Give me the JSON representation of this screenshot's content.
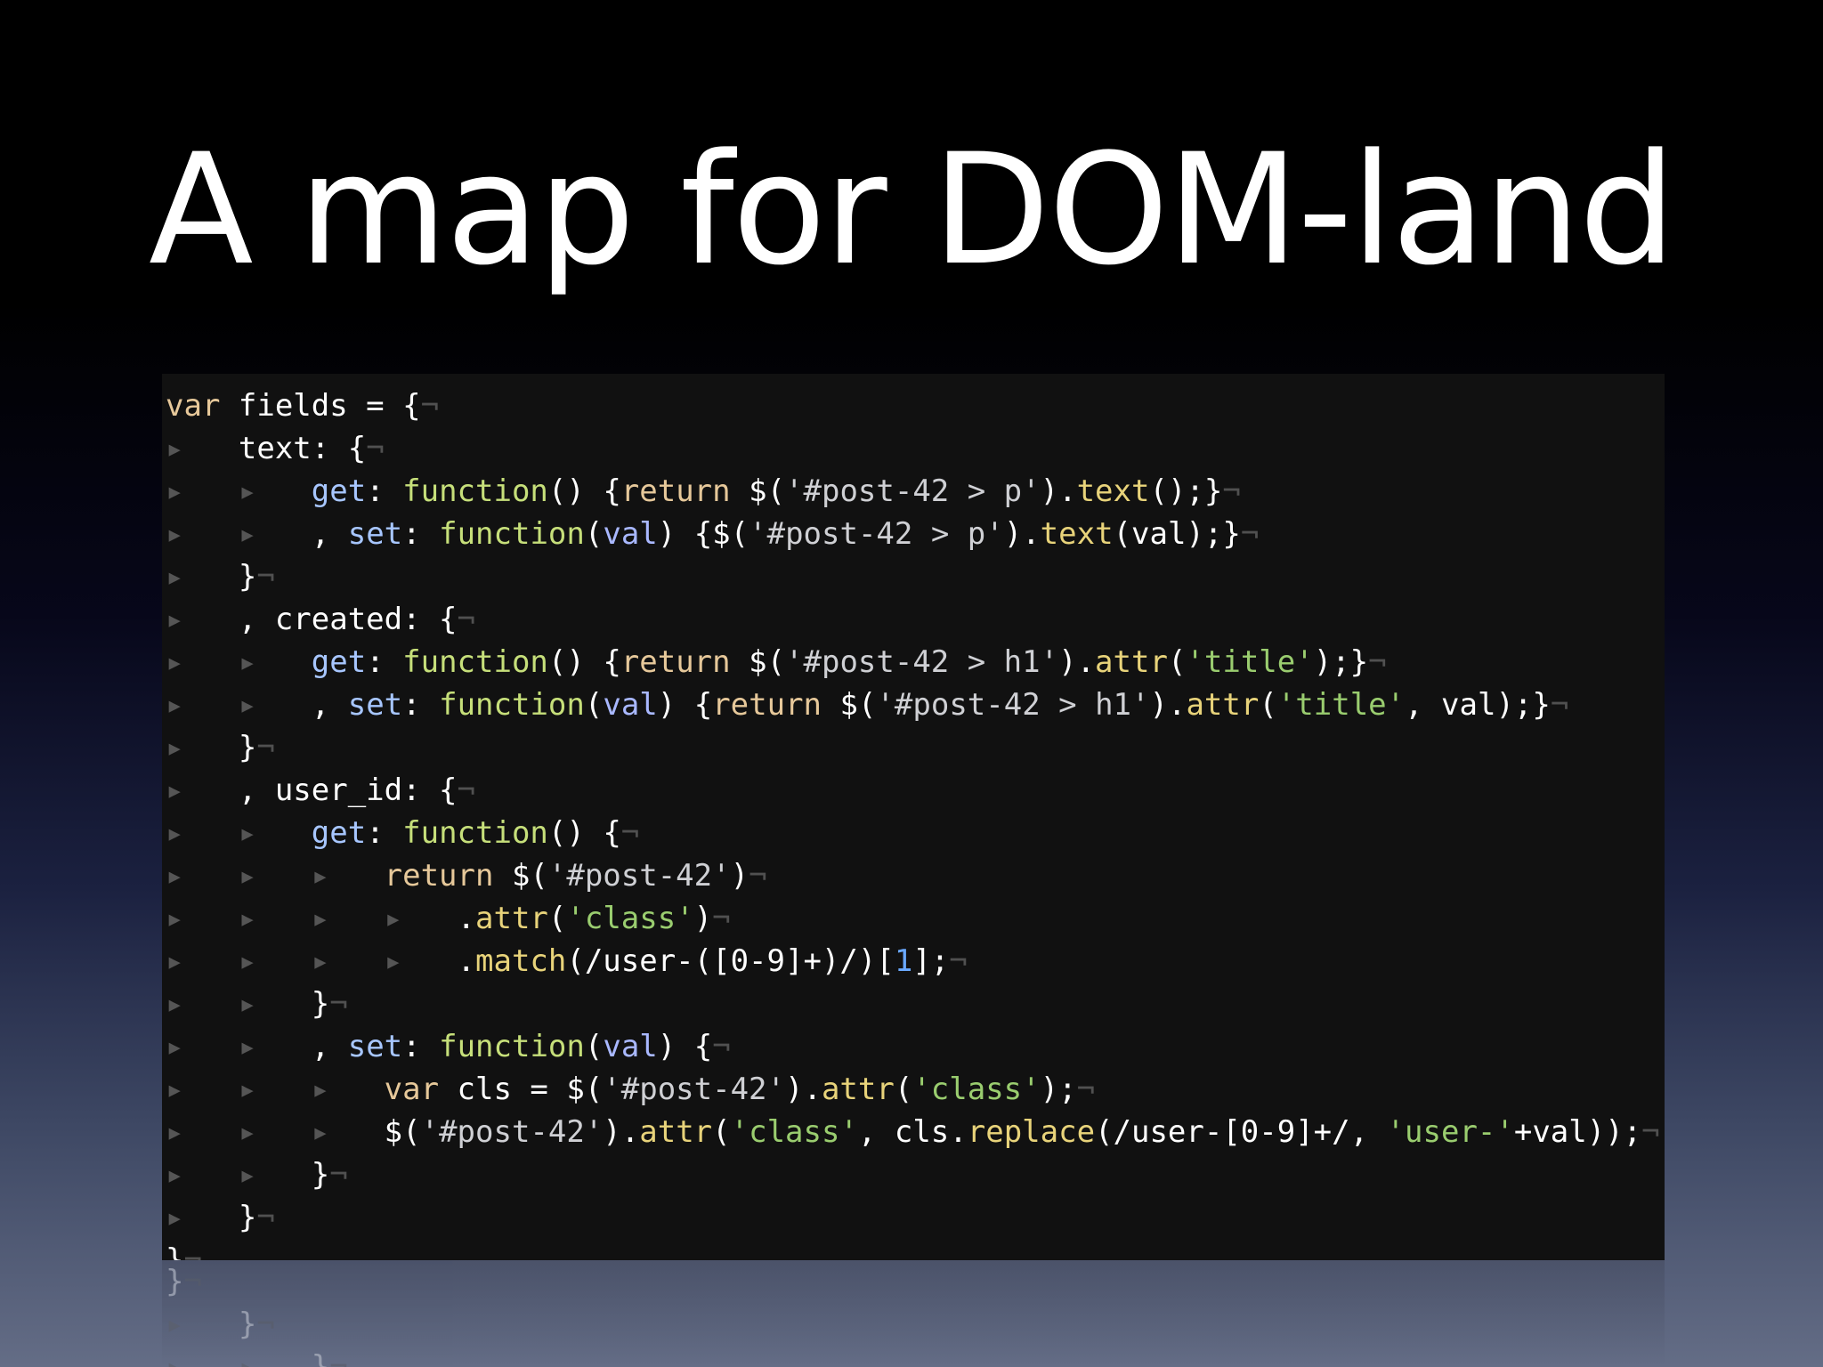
{
  "slide": {
    "title": "A map for DOM-land"
  },
  "colors": {
    "background_top": "#000000",
    "background_bottom": "#646d86",
    "panel": "#111111",
    "keyword": "#e6c89a",
    "function": "#c6df7a",
    "property": "#a7c6ff",
    "string": "#9acd6f",
    "selector": "#cfd0d4",
    "number": "#6aa9ff",
    "regex": "#e8d37a",
    "variable": "#a9b8ff",
    "whitespace_marker": "#555555"
  },
  "code": {
    "lines": [
      [
        {
          "t": "var",
          "c": "k"
        },
        {
          "t": " fields = {",
          "c": "c"
        },
        {
          "t": "¬",
          "c": "nl"
        }
      ],
      [
        {
          "t": "▸   ",
          "c": "ws"
        },
        {
          "t": "text",
          "c": "c"
        },
        {
          "t": ": {",
          "c": "c"
        },
        {
          "t": "¬",
          "c": "nl"
        }
      ],
      [
        {
          "t": "▸   ▸   ",
          "c": "ws"
        },
        {
          "t": "get",
          "c": "p"
        },
        {
          "t": ": ",
          "c": "c"
        },
        {
          "t": "function",
          "c": "f"
        },
        {
          "t": "() {",
          "c": "c"
        },
        {
          "t": "return",
          "c": "k"
        },
        {
          "t": " $(",
          "c": "c"
        },
        {
          "t": "'#post-42 > p'",
          "c": "sel"
        },
        {
          "t": ").",
          "c": "c"
        },
        {
          "t": "text",
          "c": "r"
        },
        {
          "t": "();}",
          "c": "c"
        },
        {
          "t": "¬",
          "c": "nl"
        }
      ],
      [
        {
          "t": "▸   ▸   ",
          "c": "ws"
        },
        {
          "t": ", ",
          "c": "c"
        },
        {
          "t": "set",
          "c": "p"
        },
        {
          "t": ": ",
          "c": "c"
        },
        {
          "t": "function",
          "c": "f"
        },
        {
          "t": "(",
          "c": "c"
        },
        {
          "t": "val",
          "c": "v"
        },
        {
          "t": ") {$(",
          "c": "c"
        },
        {
          "t": "'#post-42 > p'",
          "c": "sel"
        },
        {
          "t": ").",
          "c": "c"
        },
        {
          "t": "text",
          "c": "r"
        },
        {
          "t": "(val);}",
          "c": "c"
        },
        {
          "t": "¬",
          "c": "nl"
        }
      ],
      [
        {
          "t": "▸   ",
          "c": "ws"
        },
        {
          "t": "}",
          "c": "c"
        },
        {
          "t": "¬",
          "c": "nl"
        }
      ],
      [
        {
          "t": "▸   ",
          "c": "ws"
        },
        {
          "t": ", created: {",
          "c": "c"
        },
        {
          "t": "¬",
          "c": "nl"
        }
      ],
      [
        {
          "t": "▸   ▸   ",
          "c": "ws"
        },
        {
          "t": "get",
          "c": "p"
        },
        {
          "t": ": ",
          "c": "c"
        },
        {
          "t": "function",
          "c": "f"
        },
        {
          "t": "() {",
          "c": "c"
        },
        {
          "t": "return",
          "c": "k"
        },
        {
          "t": " $(",
          "c": "c"
        },
        {
          "t": "'#post-42 > h1'",
          "c": "sel"
        },
        {
          "t": ").",
          "c": "c"
        },
        {
          "t": "attr",
          "c": "r"
        },
        {
          "t": "(",
          "c": "c"
        },
        {
          "t": "'title'",
          "c": "s"
        },
        {
          "t": ");}",
          "c": "c"
        },
        {
          "t": "¬",
          "c": "nl"
        }
      ],
      [
        {
          "t": "▸   ▸   ",
          "c": "ws"
        },
        {
          "t": ", ",
          "c": "c"
        },
        {
          "t": "set",
          "c": "p"
        },
        {
          "t": ": ",
          "c": "c"
        },
        {
          "t": "function",
          "c": "f"
        },
        {
          "t": "(",
          "c": "c"
        },
        {
          "t": "val",
          "c": "v"
        },
        {
          "t": ") {",
          "c": "c"
        },
        {
          "t": "return",
          "c": "k"
        },
        {
          "t": " $(",
          "c": "c"
        },
        {
          "t": "'#post-42 > h1'",
          "c": "sel"
        },
        {
          "t": ").",
          "c": "c"
        },
        {
          "t": "attr",
          "c": "r"
        },
        {
          "t": "(",
          "c": "c"
        },
        {
          "t": "'title'",
          "c": "s"
        },
        {
          "t": ", val);}",
          "c": "c"
        },
        {
          "t": "¬",
          "c": "nl"
        }
      ],
      [
        {
          "t": "▸   ",
          "c": "ws"
        },
        {
          "t": "}",
          "c": "c"
        },
        {
          "t": "¬",
          "c": "nl"
        }
      ],
      [
        {
          "t": "▸   ",
          "c": "ws"
        },
        {
          "t": ", user_id: {",
          "c": "c"
        },
        {
          "t": "¬",
          "c": "nl"
        }
      ],
      [
        {
          "t": "▸   ▸   ",
          "c": "ws"
        },
        {
          "t": "get",
          "c": "p"
        },
        {
          "t": ": ",
          "c": "c"
        },
        {
          "t": "function",
          "c": "f"
        },
        {
          "t": "() {",
          "c": "c"
        },
        {
          "t": "¬",
          "c": "nl"
        }
      ],
      [
        {
          "t": "▸   ▸   ▸   ",
          "c": "ws"
        },
        {
          "t": "return",
          "c": "k"
        },
        {
          "t": " $(",
          "c": "c"
        },
        {
          "t": "'#post-42'",
          "c": "sel"
        },
        {
          "t": ")",
          "c": "c"
        },
        {
          "t": "¬",
          "c": "nl"
        }
      ],
      [
        {
          "t": "▸   ▸   ▸   ▸   ",
          "c": "ws"
        },
        {
          "t": ".",
          "c": "c"
        },
        {
          "t": "attr",
          "c": "r"
        },
        {
          "t": "(",
          "c": "c"
        },
        {
          "t": "'class'",
          "c": "s"
        },
        {
          "t": ")",
          "c": "c"
        },
        {
          "t": "¬",
          "c": "nl"
        }
      ],
      [
        {
          "t": "▸   ▸   ▸   ▸   ",
          "c": "ws"
        },
        {
          "t": ".",
          "c": "c"
        },
        {
          "t": "match",
          "c": "r"
        },
        {
          "t": "(/user-([0-9]+)/)[",
          "c": "c"
        },
        {
          "t": "1",
          "c": "n"
        },
        {
          "t": "];",
          "c": "c"
        },
        {
          "t": "¬",
          "c": "nl"
        }
      ],
      [
        {
          "t": "▸   ▸   ",
          "c": "ws"
        },
        {
          "t": "}",
          "c": "c"
        },
        {
          "t": "¬",
          "c": "nl"
        }
      ],
      [
        {
          "t": "▸   ▸   ",
          "c": "ws"
        },
        {
          "t": ", ",
          "c": "c"
        },
        {
          "t": "set",
          "c": "p"
        },
        {
          "t": ": ",
          "c": "c"
        },
        {
          "t": "function",
          "c": "f"
        },
        {
          "t": "(",
          "c": "c"
        },
        {
          "t": "val",
          "c": "v"
        },
        {
          "t": ") {",
          "c": "c"
        },
        {
          "t": "¬",
          "c": "nl"
        }
      ],
      [
        {
          "t": "▸   ▸   ▸   ",
          "c": "ws"
        },
        {
          "t": "var",
          "c": "k"
        },
        {
          "t": " cls = $(",
          "c": "c"
        },
        {
          "t": "'#post-42'",
          "c": "sel"
        },
        {
          "t": ").",
          "c": "c"
        },
        {
          "t": "attr",
          "c": "r"
        },
        {
          "t": "(",
          "c": "c"
        },
        {
          "t": "'class'",
          "c": "s"
        },
        {
          "t": ");",
          "c": "c"
        },
        {
          "t": "¬",
          "c": "nl"
        }
      ],
      [
        {
          "t": "▸   ▸   ▸   ",
          "c": "ws"
        },
        {
          "t": "$(",
          "c": "c"
        },
        {
          "t": "'#post-42'",
          "c": "sel"
        },
        {
          "t": ").",
          "c": "c"
        },
        {
          "t": "attr",
          "c": "r"
        },
        {
          "t": "(",
          "c": "c"
        },
        {
          "t": "'class'",
          "c": "s"
        },
        {
          "t": ", cls.",
          "c": "c"
        },
        {
          "t": "replace",
          "c": "r"
        },
        {
          "t": "(/user-[0-9]+/, ",
          "c": "c"
        },
        {
          "t": "'user-'",
          "c": "s"
        },
        {
          "t": "+val));",
          "c": "c"
        },
        {
          "t": "¬",
          "c": "nl"
        }
      ],
      [
        {
          "t": "▸   ▸   ",
          "c": "ws"
        },
        {
          "t": "}",
          "c": "c"
        },
        {
          "t": "¬",
          "c": "nl"
        }
      ],
      [
        {
          "t": "▸   ",
          "c": "ws"
        },
        {
          "t": "}",
          "c": "c"
        },
        {
          "t": "¬",
          "c": "nl"
        }
      ],
      [
        {
          "t": "}",
          "c": "c"
        },
        {
          "t": "¬",
          "c": "nl"
        }
      ]
    ],
    "reflection_lines": [
      [
        {
          "t": "}",
          "c": "c"
        },
        {
          "t": "¬",
          "c": "nl"
        }
      ],
      [
        {
          "t": "▸   ",
          "c": "ws"
        },
        {
          "t": "}",
          "c": "c"
        },
        {
          "t": "¬",
          "c": "nl"
        }
      ],
      [
        {
          "t": "▸   ▸   ",
          "c": "ws"
        },
        {
          "t": "}",
          "c": "c"
        },
        {
          "t": "¬",
          "c": "nl"
        }
      ]
    ]
  }
}
